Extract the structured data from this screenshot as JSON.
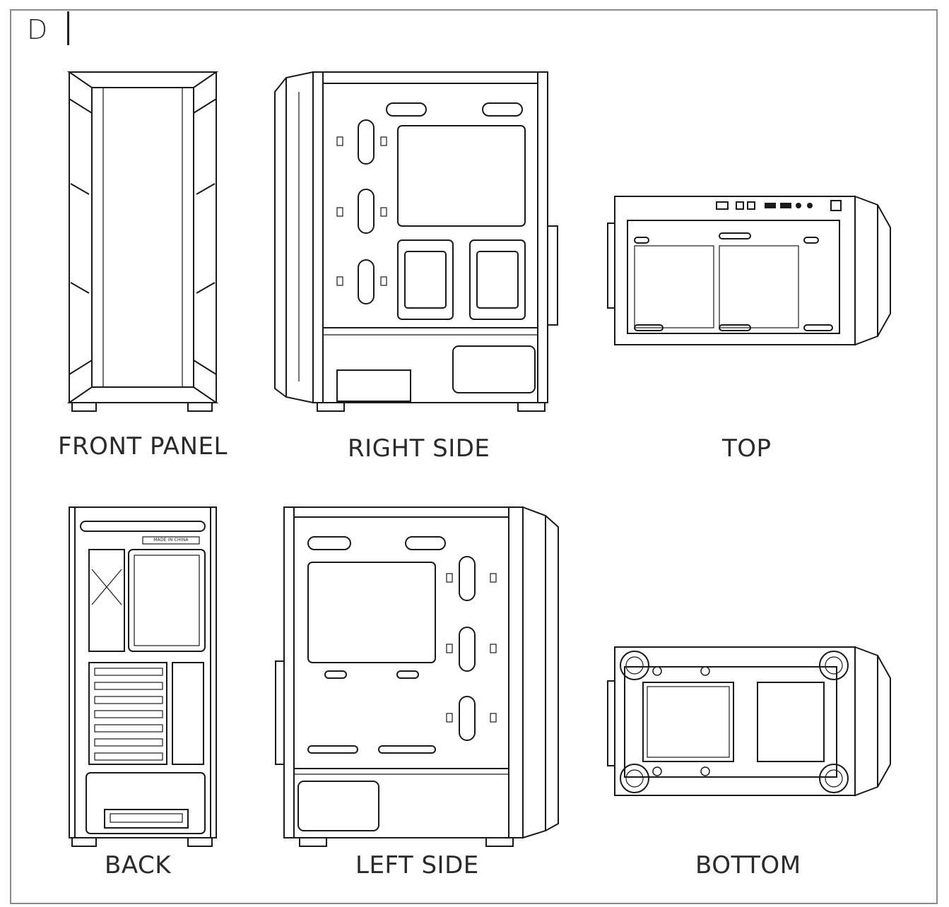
{
  "header": {
    "section_letter": "D"
  },
  "views": {
    "front_panel": {
      "label": "FRONT PANEL"
    },
    "right_side": {
      "label": "RIGHT SIDE"
    },
    "top": {
      "label": "TOP"
    },
    "back": {
      "label": "BACK",
      "stamp_text": "MADE IN CHINA"
    },
    "left_side": {
      "label": "LEFT SIDE"
    },
    "bottom": {
      "label": "BOTTOM"
    }
  },
  "colors": {
    "line": "#1a1a1a",
    "frame": "#8a8a8a",
    "text": "#2a2a2a"
  }
}
